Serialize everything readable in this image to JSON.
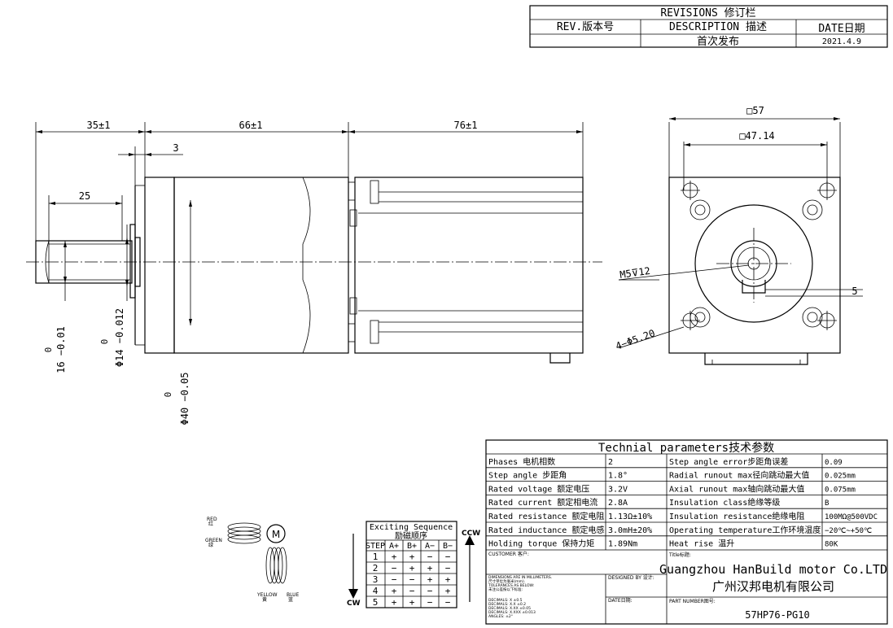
{
  "revisions": {
    "title": "REVISIONS 修订栏",
    "headers": [
      "REV.版本号",
      "DESCRIPTION 描述",
      "DATE日期"
    ],
    "row": [
      "",
      "首次发布",
      "2021.4.9"
    ]
  },
  "side_view": {
    "dims": {
      "d35": "35±1",
      "d66": "66±1",
      "d76": "76±1",
      "d3": "3",
      "d25": "25",
      "shaft_tol_top": "0",
      "shaft_dia": "16 −0.01",
      "boss_tol_top": "0",
      "boss_dia": "Φ14 −0.012",
      "flange_tol_top": "0",
      "flange_dia": "Φ40 −0.05"
    }
  },
  "front_view": {
    "dims": {
      "outer": "□57",
      "bolt_pitch": "□47.14",
      "thread": "M5⊽12",
      "key": "5",
      "holes": "4−Φ5.20"
    }
  },
  "wiring": {
    "labels": {
      "red": "RED",
      "red_cn": "红",
      "green": "GREEN",
      "green_cn": "绿",
      "yellow": "YELLOW",
      "yellow_cn": "黄",
      "blue": "BLUE",
      "blue_cn": "蓝",
      "motor": "M"
    }
  },
  "sequence": {
    "title": "Exciting Sequence",
    "title_cn": "励磁顺序",
    "headers": [
      "STEP",
      "A+",
      "B+",
      "A−",
      "B−"
    ],
    "rows": [
      [
        "1",
        "+",
        "+",
        "−",
        "−"
      ],
      [
        "2",
        "−",
        "+",
        "+",
        "−"
      ],
      [
        "3",
        "−",
        "−",
        "+",
        "+"
      ],
      [
        "4",
        "+",
        "−",
        "−",
        "+"
      ],
      [
        "5",
        "+",
        "+",
        "−",
        "−"
      ]
    ],
    "ccw": "CCW",
    "cw": "CW"
  },
  "params": {
    "title": "Technial parameters技术参数",
    "rows": [
      [
        "Phases 电机相数",
        "2",
        "Step angle error步距角误差",
        "0.09"
      ],
      [
        "Step angle 步距角",
        "1.8°",
        "Radial runout max径向跳动最大值",
        "0.025mm"
      ],
      [
        "Rated voltage 额定电压",
        "3.2V",
        "Axial runout max轴向跳动最大值",
        "0.075mm"
      ],
      [
        "Rated current 额定相电流",
        "2.8A",
        "Insulation class绝缘等级",
        "B"
      ],
      [
        "Rated resistance 额定电阻",
        "1.13Ω±10%",
        "Insulation resistance绝缘电阻",
        "100MΩ@500VDC"
      ],
      [
        "Rated inductance 额定电感",
        "3.0mH±20%",
        "Operating temperature工作环境温度",
        "−20℃~+50℃"
      ],
      [
        "Holding torque 保持力矩",
        "1.89Nm",
        "Heat rise 温升",
        "80K"
      ]
    ]
  },
  "title_block": {
    "customer": "CUSTOMER 客户:",
    "title_label": "Title标题:",
    "company_en": "Guangzhou HanBuild motor Co.LTD",
    "company_cn": "广州汉邦电机有限公司",
    "notes": [
      "DIMENSIONS ARE IN MILLIMETERS.",
      "尺寸单位为毫米(mm).",
      "TOLERANCES AS BELOW:",
      "未注公差按以下标准:",
      "DECIMALS: X    ±0.5",
      "DECIMALS: X.X   ±0.2",
      "DECIMALS: X.XX  ±0.05",
      "DECIMALS: X.XXX ±0.013",
      "ANGLES:  ±2°"
    ],
    "designed_by": "DESIGNED BY 设计:",
    "date_label": "DATE日期:",
    "part_number_label": "PART NUMBER图号:",
    "part_number": "57HP76-PG10"
  }
}
